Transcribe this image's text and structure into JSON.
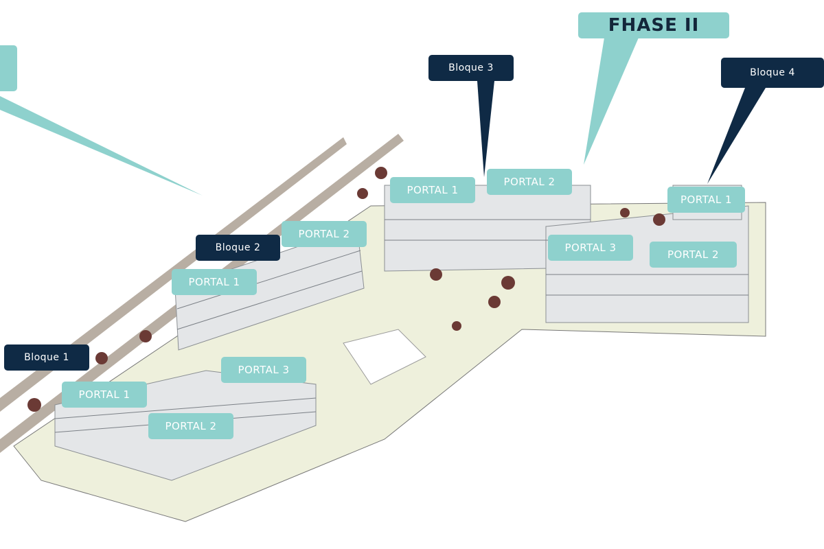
{
  "colors": {
    "teal": "#8ed1cd",
    "navy": "#0f2a45"
  },
  "phase": "FHASE II",
  "blocks": [
    {
      "name": "Bloque 1"
    },
    {
      "name": "Bloque 2"
    },
    {
      "name": "Bloque 3"
    },
    {
      "name": "Bloque 4"
    }
  ],
  "portals": {
    "b1": [
      "PORTAL 1",
      "PORTAL 2",
      "PORTAL 3"
    ],
    "b2": [
      "PORTAL 1",
      "PORTAL 2"
    ],
    "b3": [
      "PORTAL 1",
      "PORTAL 2",
      "PORTAL 3"
    ],
    "b4": [
      "PORTAL 1",
      "PORTAL 2"
    ]
  }
}
